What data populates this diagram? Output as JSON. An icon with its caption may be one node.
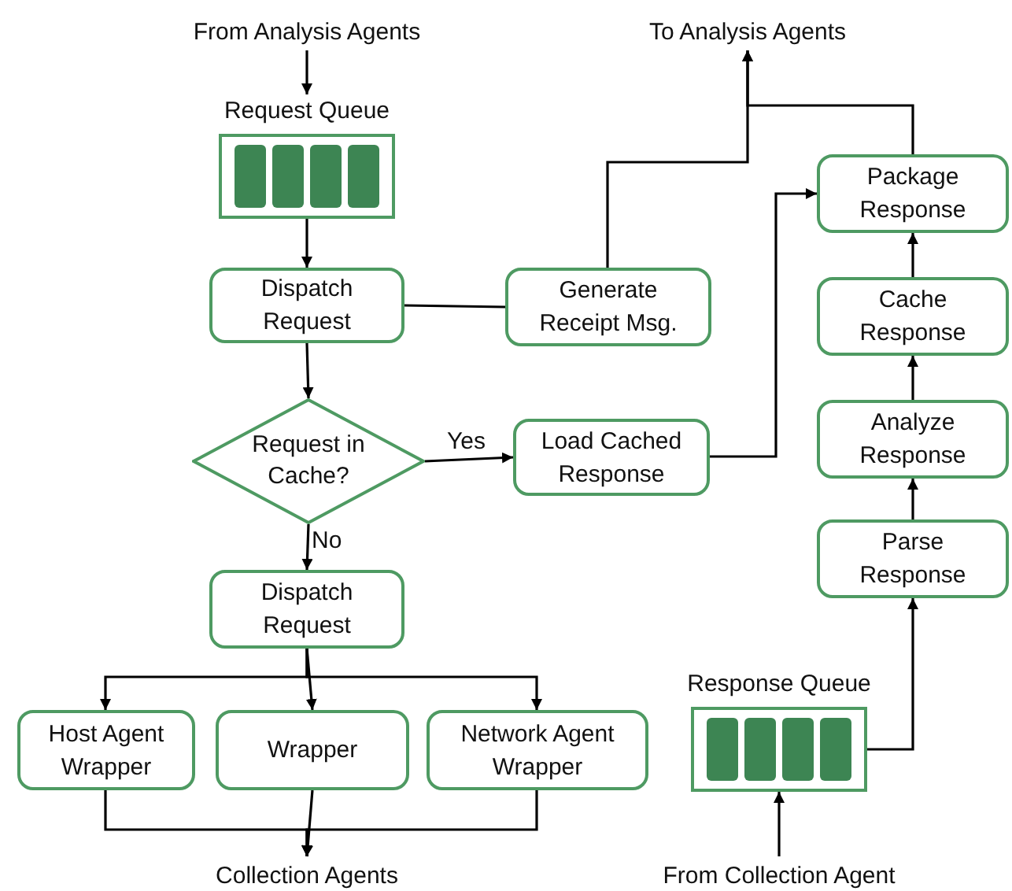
{
  "diagram": {
    "nodes": [
      {
        "text": [
          "From Analysis Agents"
        ]
      },
      {
        "text": [
          "Request Queue"
        ]
      },
      {
        "text": [
          "Dispatch Request"
        ]
      },
      {
        "text": [
          "Request in Cache?"
        ]
      },
      {
        "text": [
          "Load Cached Response"
        ]
      },
      {
        "text": [
          "Generate Receipt Msg."
        ]
      },
      {
        "text": [
          "To Analysis Agents"
        ]
      },
      {
        "text": [
          "Package Response"
        ]
      },
      {
        "text": [
          "Cache Response"
        ]
      },
      {
        "text": [
          "Analyze Response"
        ]
      },
      {
        "text": [
          "Parse Response"
        ]
      },
      {
        "text": [
          "Response Queue"
        ]
      },
      {
        "text": [
          "From Collection Agent"
        ]
      },
      {
        "text": [
          "Dispatch Request"
        ]
      },
      {
        "text": [
          "Host Agent Wrapper"
        ]
      },
      {
        "text": [
          "Wrapper"
        ]
      },
      {
        "text": [
          "Network Agent Wrapper"
        ]
      },
      {
        "text": [
          "Collection Agents"
        ]
      }
    ],
    "edges": [
      {
        "from": 0,
        "to": 1,
        "arrow": "to"
      },
      {
        "from": 1,
        "to": 2,
        "arrow": "to"
      },
      {
        "from": 2,
        "to": 3,
        "arrow": "to"
      },
      {
        "from": 2,
        "to": 5,
        "arrow": "none"
      },
      {
        "from": 5,
        "to": 6,
        "arrow": "to"
      },
      {
        "from": 7,
        "to": 6,
        "arrow": "to"
      },
      {
        "from": 3,
        "to": 4,
        "arrow": "to",
        "label": "Yes"
      },
      {
        "from": 4,
        "to": 7,
        "arrow": "to"
      },
      {
        "from": 3,
        "to": 13,
        "arrow": "to",
        "label": "No"
      },
      {
        "from": 13,
        "to": 14,
        "arrow": "to"
      },
      {
        "from": 13,
        "to": 15,
        "arrow": "to"
      },
      {
        "from": 13,
        "to": 16,
        "arrow": "to"
      },
      {
        "from": 14,
        "to": 17,
        "arrow": "to"
      },
      {
        "from": 15,
        "to": 17,
        "arrow": "to"
      },
      {
        "from": 16,
        "to": 17,
        "arrow": "to"
      },
      {
        "from": 12,
        "to": 11,
        "arrow": "to"
      },
      {
        "from": 11,
        "to": 10,
        "arrow": "to"
      },
      {
        "from": 10,
        "to": 9,
        "arrow": "to"
      },
      {
        "from": 9,
        "to": 8,
        "arrow": "to"
      },
      {
        "from": 8,
        "to": 7,
        "arrow": "to"
      }
    ]
  }
}
